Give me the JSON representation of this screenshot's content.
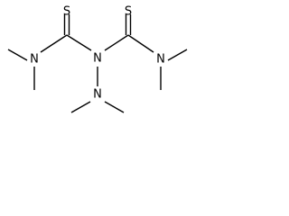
{
  "molecule": {
    "atoms": {
      "sulfur_left": "S",
      "sulfur_right": "S",
      "nitrogen_left": "N",
      "nitrogen_center": "N",
      "nitrogen_right": "N",
      "nitrogen_bottom": "N"
    },
    "colors": {
      "bond": "#000000",
      "label": "#000000",
      "background": "#ffffff"
    }
  }
}
